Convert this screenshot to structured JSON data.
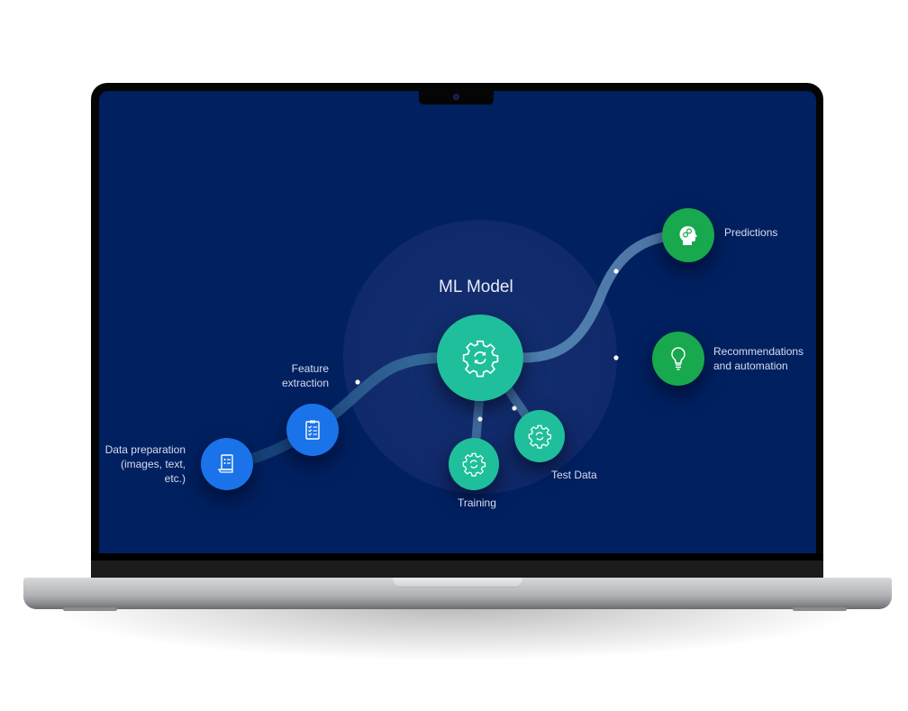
{
  "diagram": {
    "title": "ML Model",
    "colors": {
      "screen_bg": "#012060",
      "halo": "#0f2b6a",
      "input_node": "#1a73e8",
      "model_node": "#1fbf9b",
      "output_node": "#18a84e",
      "path": "#3a6a9a",
      "label": "#d6dcf0"
    },
    "inputs": [
      {
        "id": "data-preparation",
        "label_lines": [
          "Data preparation",
          "(images, text,",
          "etc.)"
        ],
        "icon": "document-list-icon"
      },
      {
        "id": "feature-extraction",
        "label_lines": [
          "Feature",
          "extraction"
        ],
        "icon": "clipboard-checklist-icon"
      }
    ],
    "model": {
      "label": "ML Model",
      "icon": "gear-sync-icon"
    },
    "sub_nodes": [
      {
        "id": "training",
        "label": "Training",
        "icon": "gear-sync-icon"
      },
      {
        "id": "test-data",
        "label": "Test Data",
        "icon": "gear-sync-icon"
      }
    ],
    "outputs": [
      {
        "id": "predictions",
        "label_lines": [
          "Predictions"
        ],
        "icon": "brain-head-icon"
      },
      {
        "id": "recommendations",
        "label_lines": [
          "Recommendations",
          "and automation"
        ],
        "icon": "lightbulb-icon"
      }
    ]
  }
}
